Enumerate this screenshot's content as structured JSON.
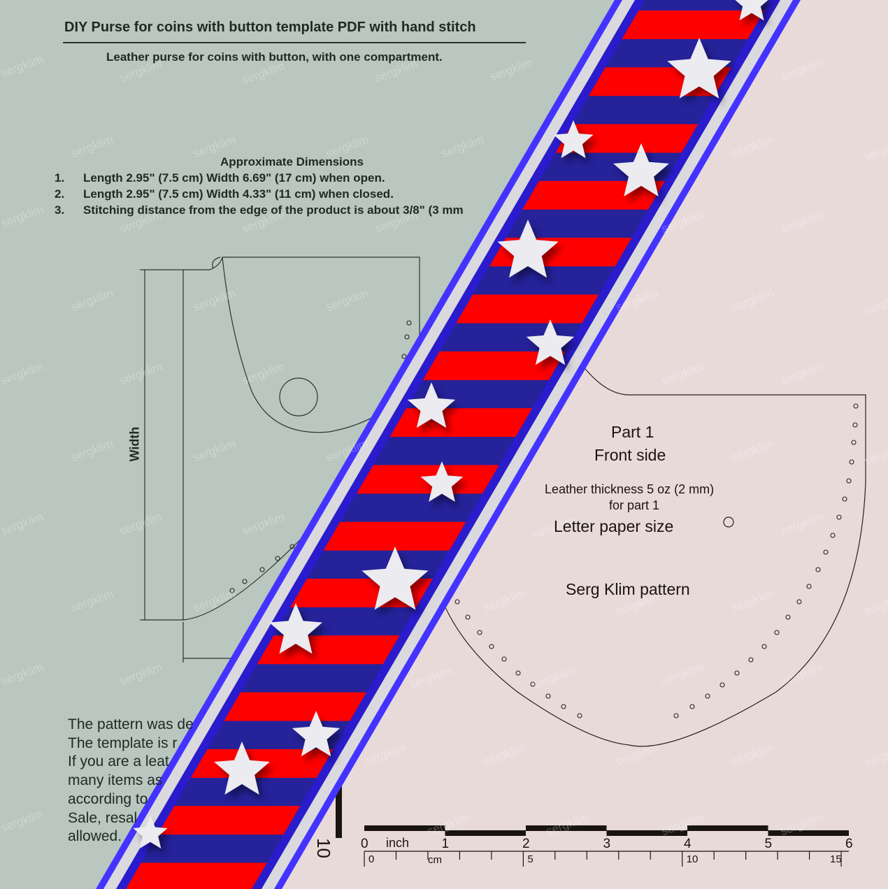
{
  "header": {
    "title": "DIY Purse for coins with button template PDF with hand stitch",
    "subtitle": "Leather purse for coins with button, with one compartment."
  },
  "dimensions": {
    "heading": "Approximate Dimensions",
    "items": [
      {
        "num": "1.",
        "text": "Length 2.95\" (7.5 cm) Width 6.69\" (17 cm) when open."
      },
      {
        "num": "2.",
        "text": "Length 2.95\" (7.5 cm) Width 4.33\" (11 cm) when closed."
      },
      {
        "num": "3.",
        "text": "Stitching distance from the edge of the product is about 3/8\" (3 mm"
      }
    ]
  },
  "drawing": {
    "width_label": "Width",
    "scale_label": "10"
  },
  "notes": [
    "The pattern was de",
    "The template is r",
    "If you are a leat",
    "many items as",
    "according to",
    "Sale, resal",
    "allowed."
  ],
  "part": {
    "title": "Part 1",
    "subtitle": "Front side",
    "thickness": "Leather thickness 5 oz (2 mm)",
    "for_part": "for part 1",
    "paper": "Letter paper size",
    "author": "Serg Klim pattern"
  },
  "ruler": {
    "unit_inch": "inch",
    "unit_cm": "cm",
    "inch_ticks": [
      "0",
      "1",
      "2",
      "3",
      "4",
      "5",
      "6"
    ],
    "cm_labels": [
      "0",
      "5",
      "10",
      "15"
    ]
  },
  "watermark": "sergklim",
  "colors": {
    "left_bg": "#b9c7c0",
    "right_bg": "#e9dada",
    "ribbon_outer": "#4433ff",
    "ribbon_light": "#d9d9de",
    "ribbon_inner": "#2a1ccc",
    "stripe_red": "#ff0000",
    "stripe_navy": "#25229a",
    "star": "#ebebf0"
  }
}
